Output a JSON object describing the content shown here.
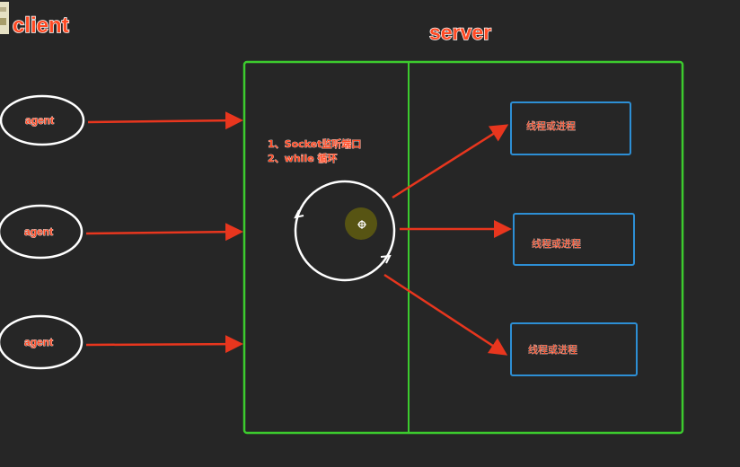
{
  "title_client": "client",
  "title_server": "server",
  "agents": [
    {
      "label": "agent"
    },
    {
      "label": "agent"
    },
    {
      "label": "agent"
    }
  ],
  "steps": [
    "1、Socket监听端口",
    "2、while 循环"
  ],
  "workers": [
    {
      "label": "线程或进程"
    },
    {
      "label": "线程或进程"
    },
    {
      "label": "线程或进程"
    }
  ],
  "colors": {
    "background": "#262626",
    "server_border": "#3ccb2e",
    "worker_border": "#2d8fd5",
    "arrow": "#e8361e",
    "outline": "#ffffff",
    "text": "#ff4a24"
  },
  "icons": {
    "corner_thumbnail": "document-thumbnail-icon",
    "cursor": "mouse-cursor-icon"
  }
}
